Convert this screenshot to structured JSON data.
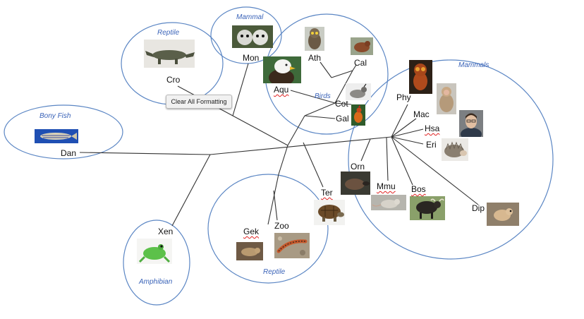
{
  "groups": {
    "reptile_top": "Reptile",
    "mammal_top": "Mammal",
    "birds": "Birds",
    "mammals_right": "Mammals",
    "bony_fish": "Bony Fish",
    "reptile_bottom": "Reptile",
    "amphibian": "Amphibian"
  },
  "species": {
    "cro": "Cro",
    "mon": "Mon",
    "ath": "Ath",
    "cal": "Cal",
    "aqu": "Aqu",
    "cot": "Cot",
    "gal": "Gal",
    "phy": "Phy",
    "mac": "Mac",
    "hsa": "Hsa",
    "eri": "Eri",
    "orn": "Orn",
    "mmu": "Mmu",
    "bos": "Bos",
    "dip": "Dip",
    "ter": "Ter",
    "zoo": "Zoo",
    "gek": "Gek",
    "dan": "Dan",
    "xen": "Xen"
  },
  "tooltip": {
    "label": "Clear All Formatting"
  },
  "colors": {
    "ellipse": "#5b86c4",
    "group_label": "#3a63b8",
    "branch": "#333333",
    "spell_underline": "#e02020"
  }
}
